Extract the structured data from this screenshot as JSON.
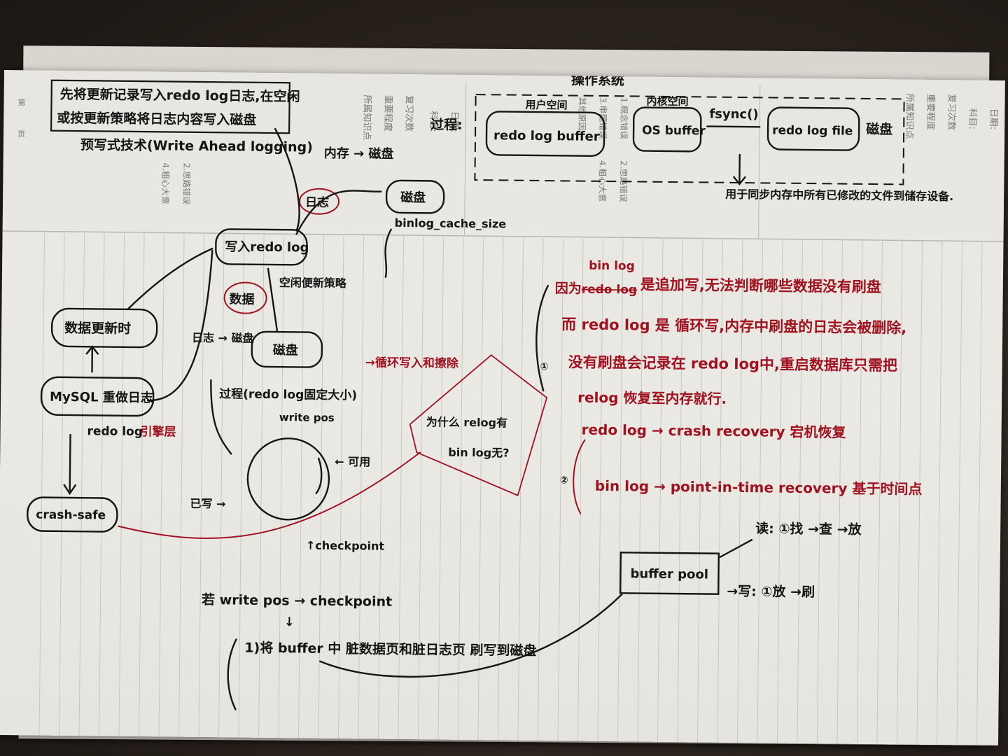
{
  "photo": {
    "subject": "handwritten-notes-redo-log"
  },
  "header_box": {
    "line1": "先将更新记录写入redo log日志,在空闲",
    "line2": "或按更新策略将日志内容写入磁盘"
  },
  "wal": "预写式技术(Write  Ahead logging)",
  "printed": {
    "di": "第",
    "ye": "页",
    "date": "日期:",
    "subject": "科目:",
    "review": "复习次数",
    "importance": "重要程度",
    "knowledge": "所属知识点",
    "err1": "1.概念错误",
    "err2": "2.思路错误",
    "err3": "3.审题错误",
    "err4": "4.粗心大意",
    "other": "其他原因"
  },
  "os_section": {
    "title": "操作系统",
    "process": "过程:",
    "user_space": "用户空间",
    "redo_buffer": "redo log buffer",
    "kernel_space": "内核空间",
    "os_buffer": "OS buffer",
    "fsync": "fsync()",
    "redo_file": "redo log file",
    "disk": "磁盘",
    "note": "用于同步内存中所有已修改的文件到储存设备."
  },
  "mindmap": {
    "mem_disk": "内存 → 磁盘",
    "log_tag": "日志",
    "disk": "磁盘",
    "binlog_cache": "binlog_cache_size",
    "write_redo": "写入redo log",
    "data_tag": "数据",
    "idle": "空闲便新策略",
    "log_disk": "日志 → 磁盘",
    "disk2": "磁盘",
    "data_update": "数据更新时",
    "mysql": "MySQL 重做日志",
    "redo_engine": "redo log",
    "engine": "引擎层",
    "crash_safe": "crash-safe",
    "process_fixed": "过程(redo log固定大小)",
    "cycle": "→循环写入和擦除",
    "write_pos": "write pos",
    "usable": "← 可用",
    "written": "已写 →",
    "checkpoint": "↑checkpoint",
    "why": "为什么 relog有",
    "why2": "bin log无?"
  },
  "red_notes": {
    "binlog_over": "bin log",
    "line1a": "因为",
    "line1b": "redo log",
    "line1c": "是追加写,无法判断哪些数据没有刷盘",
    "line2": "而 redo log 是 循环写,内存中刷盘的日志会被删除,",
    "line3": "没有刷盘会记录在 redo log中,重启数据库只需把",
    "line4": "relog 恢复至内存就行.",
    "line5": "redo log  → crash recovery   宕机恢复",
    "line6": "bin  log → point-in-time recovery 基于时间点",
    "n1": "①",
    "n2": "②"
  },
  "bottom": {
    "if_line": "若 write pos → checkpoint",
    "arrow_down": "↓",
    "flush": "1)将 buffer 中 脏数据页和脏日志页 刷写到磁盘",
    "buffer_pool": "buffer pool",
    "read": "读: ①找 →查 →放",
    "write": "→写: ①放 →刷"
  }
}
